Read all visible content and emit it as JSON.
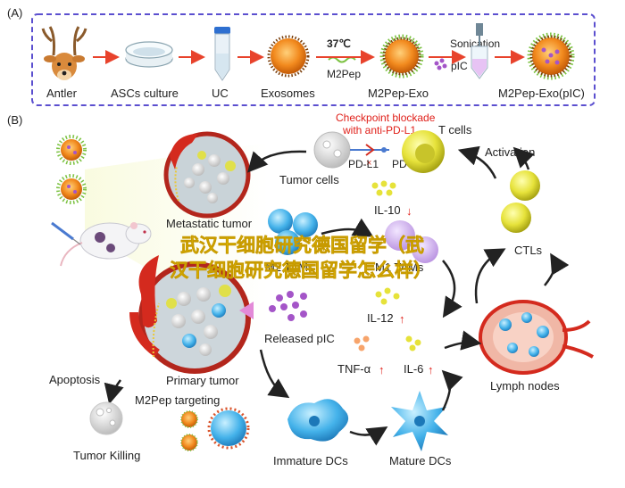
{
  "panel_a": {
    "tag": "(A)",
    "steps": [
      "Antler",
      "ASCs culture",
      "UC",
      "Exosomes",
      "M2Pep-Exo",
      "M2Pep-Exo(pIC)"
    ],
    "temperature": "37℃",
    "m2pep_label": "M2Pep",
    "sonication_label": "Sonication",
    "pic_label": "pIC"
  },
  "panel_b": {
    "tag": "(B)",
    "checkpoint_line1": "Checkpoint blockade",
    "checkpoint_line2": "with anti-PD-L1",
    "t_cells": "T cells",
    "pd_l1": "PD-L1",
    "pd_1": "PD-1",
    "activation": "Activation",
    "tumor_cells": "Tumor cells",
    "metastatic_tumor": "Metastatic tumor",
    "il10": "IL-10",
    "m2_tams": "M2 TAMs",
    "m1_tams": "M1 TAMs",
    "ctls": "CTLs",
    "il12": "IL-12",
    "released_pic": "Released pIC",
    "tnf_a": "TNF-α",
    "il6": "IL-6",
    "primary_tumor": "Primary tumor",
    "apoptosis": "Apoptosis",
    "m2pep_targeting": "M2Pep targeting",
    "lymph_nodes": "Lymph nodes",
    "tumor_killing": "Tumor Killing",
    "immature_dcs": "Immature DCs",
    "mature_dcs": "Mature DCs",
    "arrow_down": "↓",
    "arrow_up": "↑"
  },
  "watermark": {
    "line1": "武汉干细胞研究德国留学（武",
    "line2": "汉干细胞研究德国留学怎么样）"
  },
  "colors": {
    "frame": "#5b4fcf",
    "arrow_red": "#e8432c",
    "exosome_orange": "#f28a1e",
    "spike_green": "#7cc242",
    "tumor_red": "#d42a1e",
    "dc_blue": "#3aa6e0",
    "tcell_yellow": "#e9e240",
    "pic_purple": "#a455c8"
  }
}
